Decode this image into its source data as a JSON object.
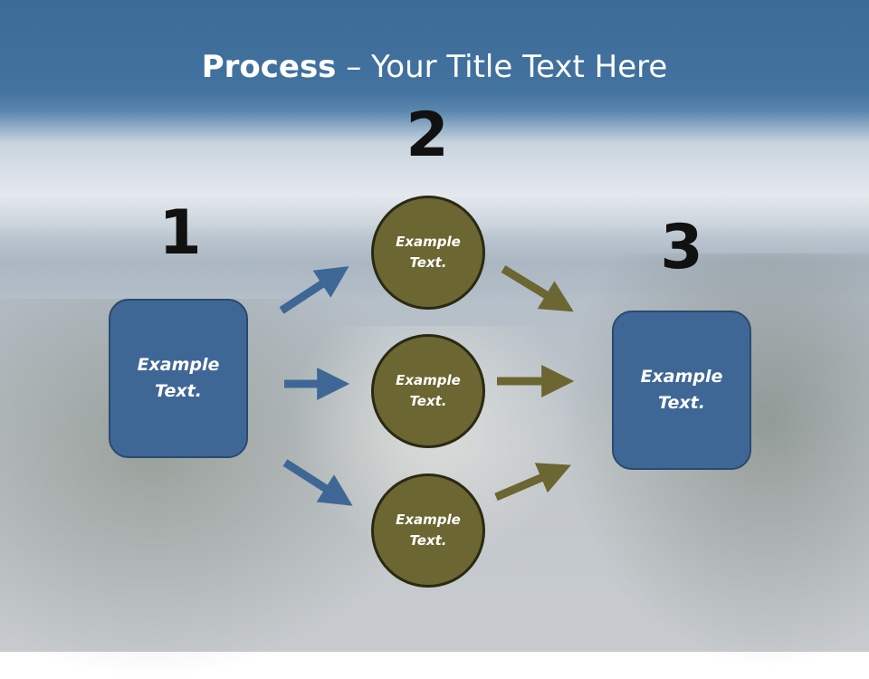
{
  "title": {
    "bold": "Process",
    "rest": " – Your Title Text Here"
  },
  "steps": [
    {
      "number": "1",
      "text": "Example\nText."
    },
    {
      "number": "2",
      "circles": [
        {
          "text": "Example\nText."
        },
        {
          "text": "Example\nText."
        },
        {
          "text": "Example\nText."
        }
      ]
    },
    {
      "number": "3",
      "text": "Example\nText."
    }
  ],
  "colors": {
    "box_fill": "#3f6796",
    "circle_fill": "#6b6632",
    "arrow_blue": "#3f6796",
    "arrow_olive": "#6b6632"
  }
}
